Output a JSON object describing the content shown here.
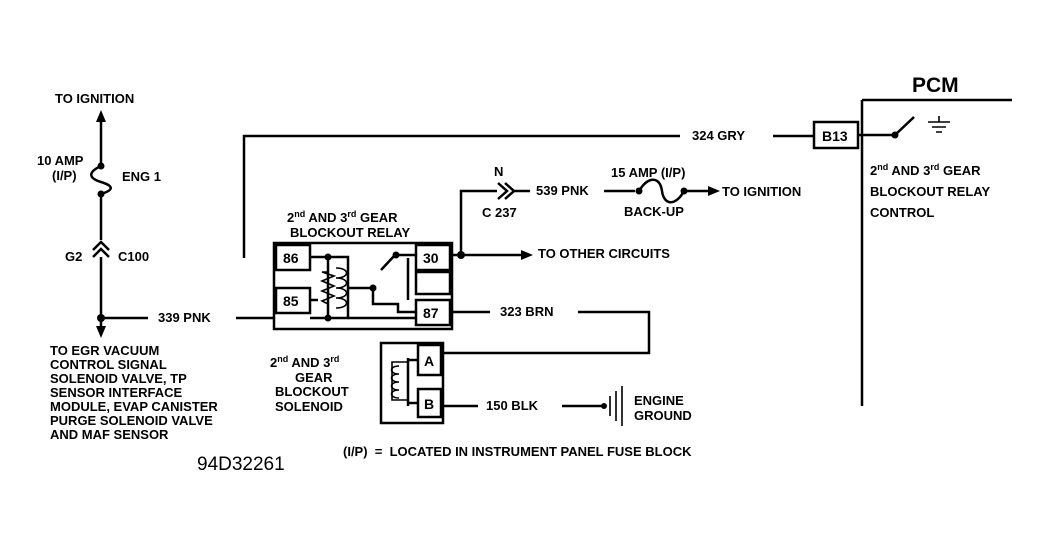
{
  "pcm": {
    "title": "PCM",
    "terminal": "B13"
  },
  "pcm_control": {
    "line1_pre": "2",
    "line1_sup": "nd",
    "line1_mid": " AND 3",
    "line1_sup2": "rd",
    "line1_post": " GEAR",
    "line2": "BLOCKOUT RELAY",
    "line3": "CONTROL"
  },
  "wires": {
    "w324": "324 GRY",
    "w539": "539 PNK",
    "w339": "339 PNK",
    "w323": "323 BRN",
    "w150": "150 BLK"
  },
  "connector_c237": {
    "pin": "N",
    "name": "C 237"
  },
  "fuse_backup": {
    "rating": "15 AMP (I/P)",
    "name": "BACK-UP"
  },
  "to_ignition_right": "TO IGNITION",
  "to_ignition_left": "TO IGNITION",
  "to_other_circuits": "TO OTHER CIRCUITS",
  "fuse_eng1": {
    "rating": "10 AMP",
    "loc": "(I/P)",
    "name": "ENG 1"
  },
  "connector_c100": {
    "pin": "G2",
    "name": "C100"
  },
  "relay": {
    "title_pre": "2",
    "title_sup": "nd",
    "title_mid": " AND 3",
    "title_sup2": "rd",
    "title_post": " GEAR",
    "title_line2": "BLOCKOUT RELAY",
    "pins": [
      "86",
      "85",
      "30",
      "87"
    ]
  },
  "solenoid": {
    "line1_pre": "2",
    "line1_sup": "nd",
    "line1_mid": " AND 3",
    "line1_sup2": "rd",
    "line2": "GEAR",
    "line3": "BLOCKOUT",
    "line4": "SOLENOID",
    "pins": [
      "A",
      "B"
    ]
  },
  "egr_note": [
    "TO EGR VACUUM",
    "CONTROL SIGNAL",
    "SOLENOID VALVE, TP",
    "SENSOR INTERFACE",
    "MODULE, EVAP CANISTER",
    "PURGE SOLENOID VALVE",
    "AND MAF SENSOR"
  ],
  "engine_ground": {
    "line1": "ENGINE",
    "line2": "GROUND"
  },
  "diagram_id": "94D32261",
  "legend_note": "(I/P)  =  LOCATED IN INSTRUMENT PANEL FUSE BLOCK"
}
